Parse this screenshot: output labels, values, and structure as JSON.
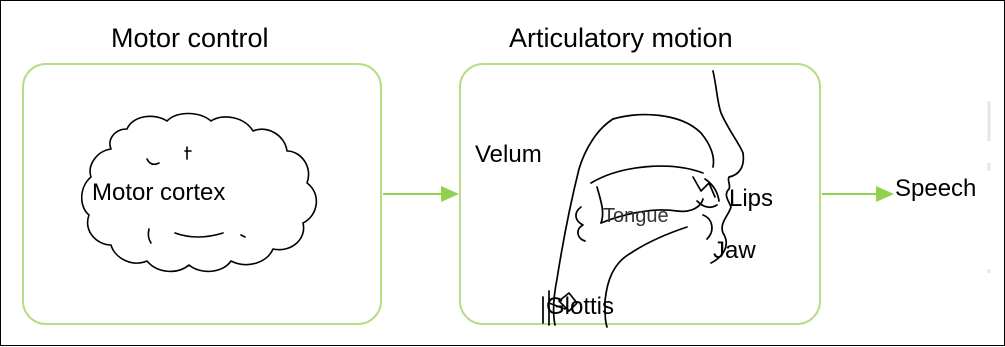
{
  "titles": {
    "motor_control": "Motor control",
    "articulatory_motion": "Articulatory motion"
  },
  "labels": {
    "motor_cortex": "Motor cortex",
    "velum": "Velum",
    "tongue": "Tongue",
    "lips": "Lips",
    "jaw": "Jaw",
    "glottis": "Glottis",
    "speech": "Speech"
  },
  "colors": {
    "box_border": "#b6dc86",
    "arrow": "#92d050",
    "line": "#000000"
  }
}
